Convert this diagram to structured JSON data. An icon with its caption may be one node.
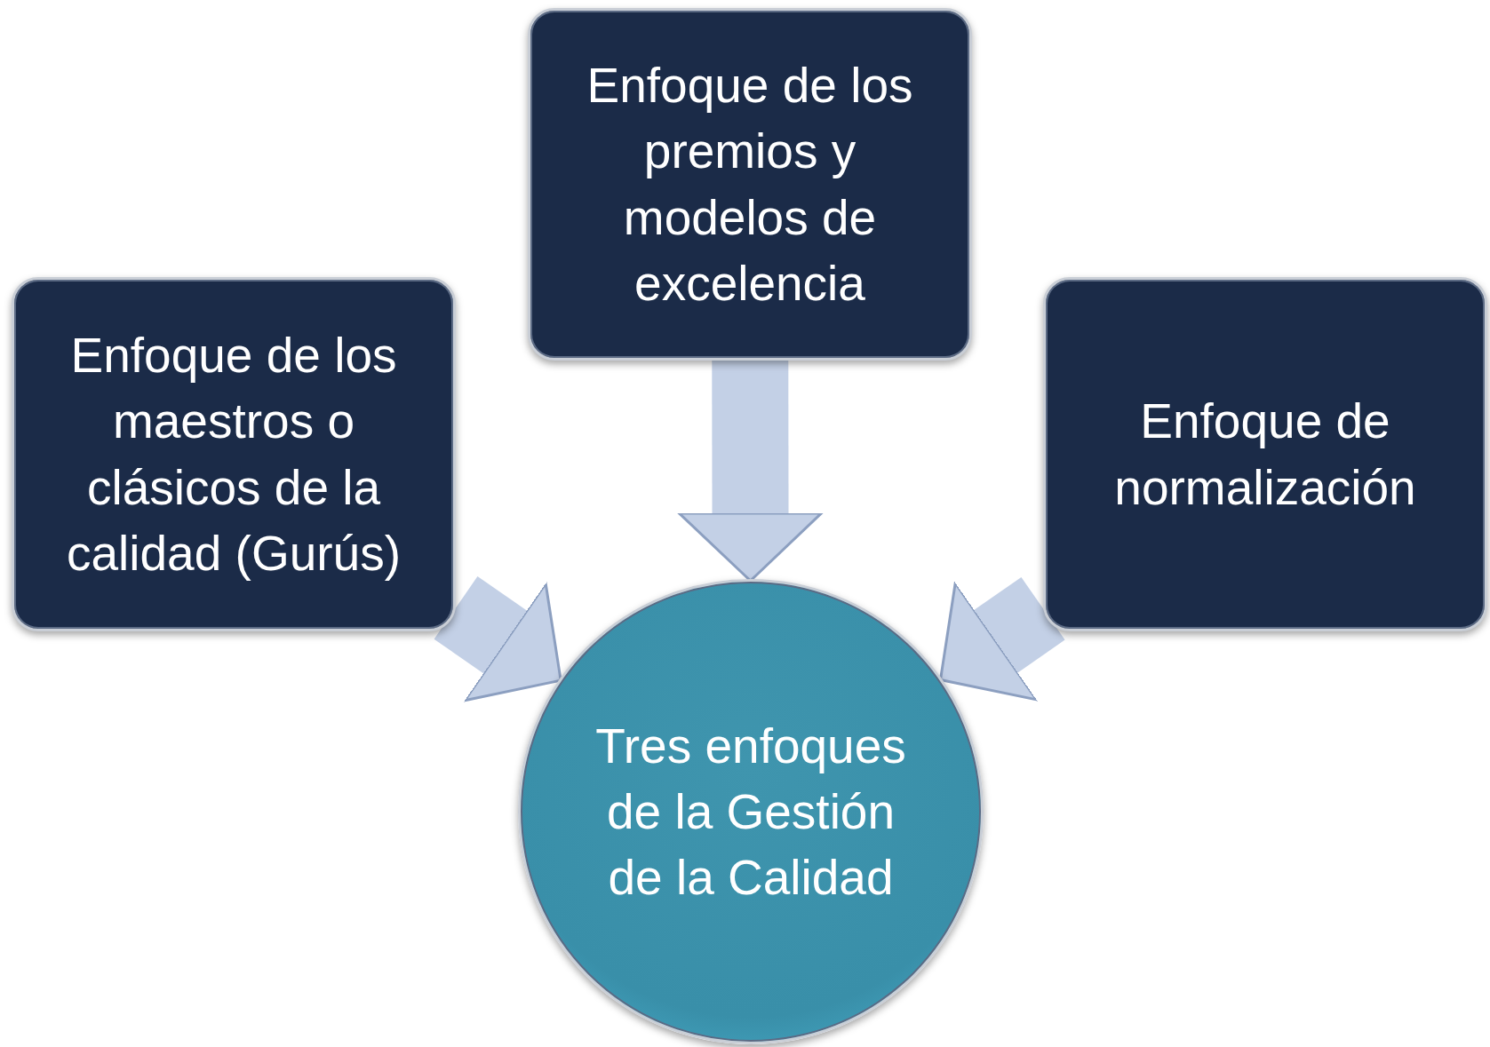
{
  "diagram": {
    "nodes": [
      {
        "text": [
          "Enfoque de los maestros o clásicos de la calidad (Gurús)"
        ]
      },
      {
        "text": [
          "Enfoque de los premios y modelos de excelencia"
        ]
      },
      {
        "text": [
          "Enfoque de normalización"
        ]
      },
      {
        "text": [
          "Tres enfoques de la Gestión de la Calidad"
        ]
      }
    ],
    "edges": [
      {
        "from": 0,
        "to": 3,
        "arrow": "to"
      },
      {
        "from": 1,
        "to": 3,
        "arrow": "to"
      },
      {
        "from": 2,
        "to": 3,
        "arrow": "to"
      }
    ]
  }
}
